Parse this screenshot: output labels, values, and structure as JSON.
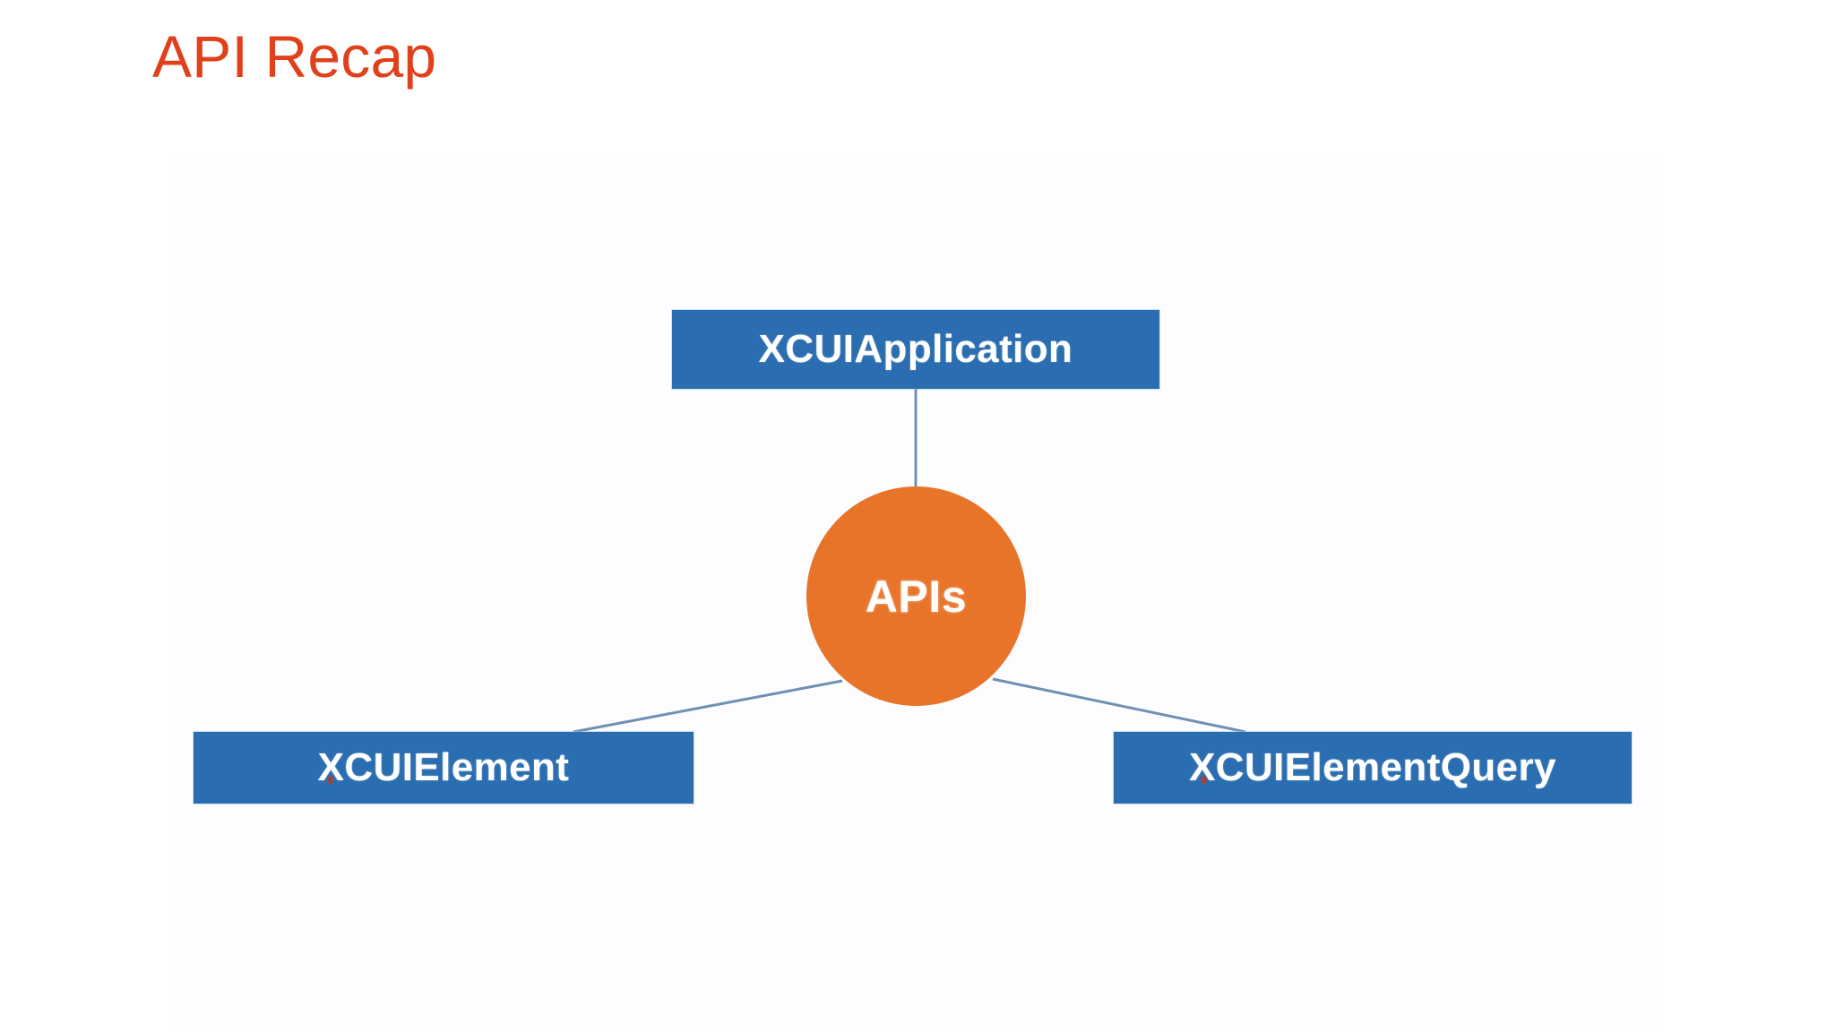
{
  "slide": {
    "title": "API Recap",
    "title_color": "#e0401a",
    "background_color": "#ffffff"
  },
  "diagram": {
    "type": "hub-and-spoke",
    "hub": {
      "id": "apis",
      "label": "APIs",
      "shape": "circle",
      "fill_color": "#e8742a",
      "text_color": "#ffffff"
    },
    "nodes": [
      {
        "id": "xcuiapplication",
        "label": "XCUIApplication",
        "shape": "rectangle",
        "position": "top",
        "fill_color": "#2a6db0",
        "text_color": "#ffffff"
      },
      {
        "id": "xcuielement",
        "label": "XCUIElement",
        "shape": "rectangle",
        "position": "bottom-left",
        "fill_color": "#2a6db0",
        "text_color": "#ffffff"
      },
      {
        "id": "xcuielementquery",
        "label": "XCUIElementQuery",
        "shape": "rectangle",
        "position": "bottom-right",
        "fill_color": "#2a6db0",
        "text_color": "#ffffff"
      }
    ],
    "connectors": [
      {
        "from": "xcuiapplication",
        "to": "apis",
        "color": "#6f90b4"
      },
      {
        "from": "apis",
        "to": "xcuielement",
        "color": "#6f90b4"
      },
      {
        "from": "apis",
        "to": "xcuielementquery",
        "color": "#6f90b4"
      }
    ]
  }
}
